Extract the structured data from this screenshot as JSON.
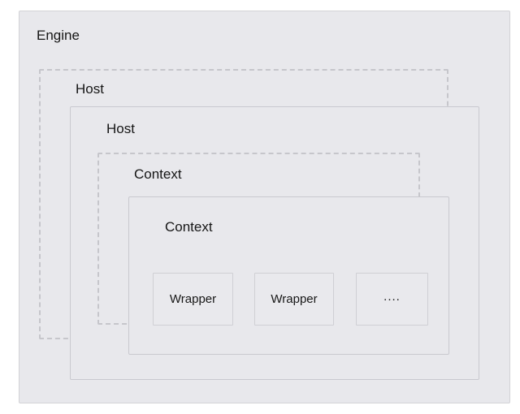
{
  "diagram": {
    "title": "Engine / Host / Context / Wrapper nesting diagram",
    "layers": [
      {
        "id": "engine",
        "label": "Engine",
        "style": "solid"
      },
      {
        "id": "host-dashed",
        "label": "Host",
        "style": "dashed"
      },
      {
        "id": "host-solid",
        "label": "Host",
        "style": "solid"
      },
      {
        "id": "context-dashed",
        "label": "Context",
        "style": "dashed"
      },
      {
        "id": "context-solid",
        "label": "Context",
        "style": "solid"
      }
    ],
    "wrappers": [
      {
        "label": "Wrapper"
      },
      {
        "label": "Wrapper"
      },
      {
        "label": "...."
      }
    ]
  },
  "colors": {
    "canvas_background": "#ffffff",
    "panel_fill": "#e8e8ec",
    "solid_border": "#c9c9cf",
    "dashed_border": "#c6c6cb",
    "card_fill": "#e9e9ed",
    "card_border": "#cfcfd4",
    "text": "#161616"
  }
}
